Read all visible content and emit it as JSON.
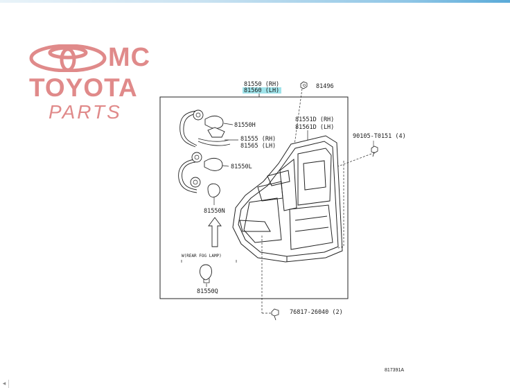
{
  "logo": {
    "line1": "MC",
    "line2": "TOYOTA",
    "line3": "PARTS",
    "color": "#e08a8a"
  },
  "parts": {
    "assembly_rh": "81550 (RH)",
    "assembly_lh": "81560 (LH)",
    "bolt_top": "81496",
    "bulb_h": "81550H",
    "socket_rh": "81555 (RH)",
    "socket_lh": "81565 (LH)",
    "bulb_l": "81550L",
    "bulb_n": "81550N",
    "note": "W(REAR FOG LAMP)",
    "bulb_q": "81550Q",
    "housing_rh": "81551D (RH)",
    "housing_lh": "81561D (LH)",
    "screw": "90105-T0151 (4)",
    "clip": "76817-26040 (2)"
  },
  "reference_code": "817391A",
  "highlight_color": "#9fe3ea"
}
